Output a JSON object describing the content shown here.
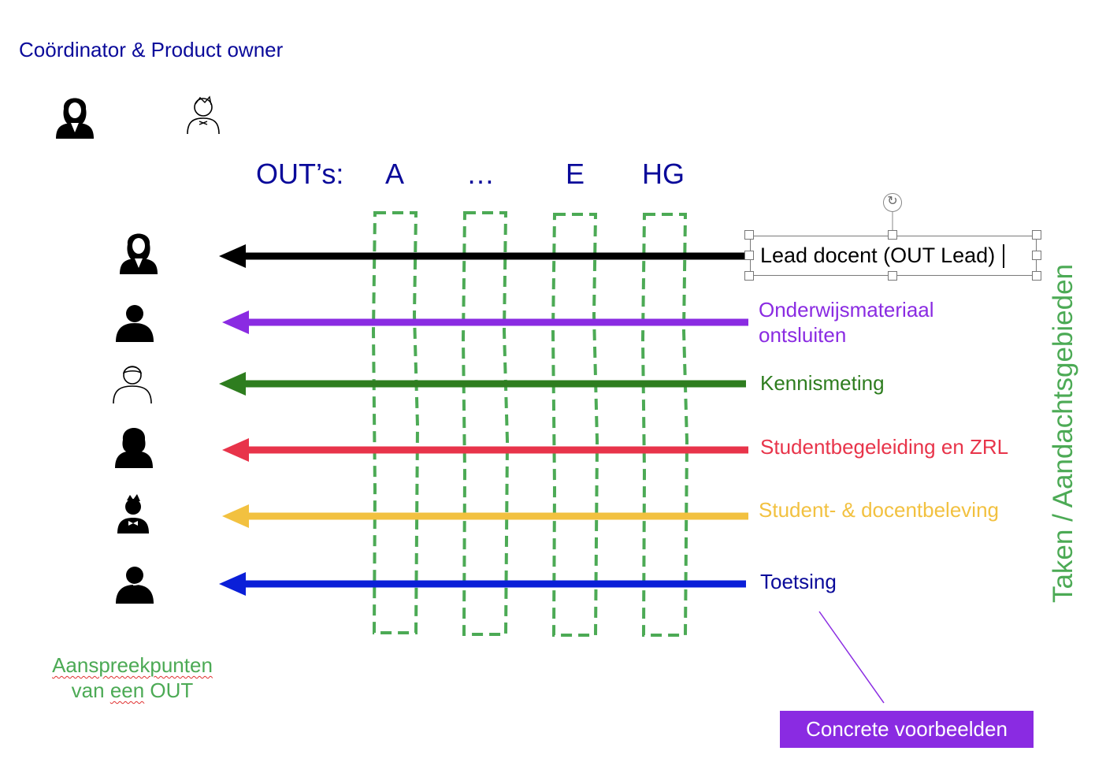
{
  "header": {
    "title": "Coördinator & Product owner"
  },
  "outs": {
    "label": "OUT’s:",
    "columns": [
      "A",
      "…",
      "E",
      "HG"
    ]
  },
  "tasks": [
    {
      "label": "Lead docent (OUT Lead)",
      "color": "#000000",
      "selected": true
    },
    {
      "label": "Onderwijsmateriaal\nontsluiten",
      "color": "#8a2be2"
    },
    {
      "label": "Kennismeting",
      "color": "#2e7d1f"
    },
    {
      "label": "Studentbegeleiding en ZRL",
      "color": "#e8344a"
    },
    {
      "label": "Student- & docentbeleving",
      "color": "#f2c140"
    },
    {
      "label": "Toetsing",
      "color": "#0a1fd8"
    }
  ],
  "side_label": "Taken / Aandachtsgebieden",
  "contacts": {
    "line1": "Aanspreekpunten",
    "line2_a": "van ",
    "line2_b": "een",
    "line2_c": " OUT"
  },
  "callout": {
    "label": "Concrete voorbeelden"
  },
  "colors": {
    "title_navy": "#0a0a9a",
    "dashed_green": "#4caa55",
    "callout_purple": "#8a2be2"
  },
  "icons": [
    "woman-suit-icon",
    "man-outline-icon",
    "woman-suit-icon",
    "man-solid-icon",
    "man-outline-icon",
    "woman-solid-icon",
    "man-bowtie-icon",
    "support-headset-icon"
  ]
}
